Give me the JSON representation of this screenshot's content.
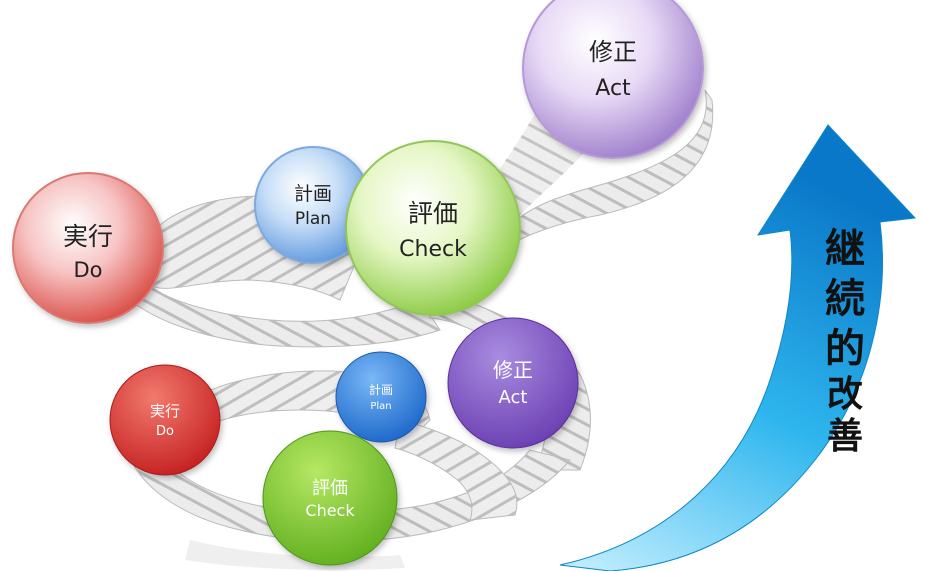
{
  "upper_cycle": {
    "plan": {
      "jp": "計画",
      "en": "Plan"
    },
    "do": {
      "jp": "実行",
      "en": "Do"
    },
    "check": {
      "jp": "評価",
      "en": "Check"
    },
    "act": {
      "jp": "修正",
      "en": "Act"
    }
  },
  "lower_cycle": {
    "plan": {
      "jp": "計画",
      "en": "Plan"
    },
    "do": {
      "jp": "実行",
      "en": "Do"
    },
    "check": {
      "jp": "評価",
      "en": "Check"
    },
    "act": {
      "jp": "修正",
      "en": "Act"
    }
  },
  "arrow": {
    "c1": "継",
    "c2": "続",
    "c3": "的",
    "c4": "改",
    "c5": "善"
  },
  "colors": {
    "plan": "#3a8be8",
    "do": "#e23a38",
    "check": "#8fd03a",
    "act": "#8a5cc8",
    "arrow": "#1aa9e8",
    "stairs": "#e2e2e2"
  }
}
